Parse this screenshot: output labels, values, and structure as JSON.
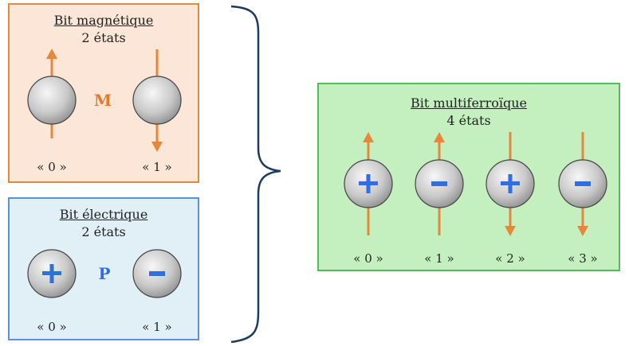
{
  "colors": {
    "arrow": "#e5883b",
    "sign": "#2f6fe0",
    "magnet_letter": "#e07a2c",
    "polar_letter": "#2f6fe0"
  },
  "magnetic": {
    "title": "Bit magnétique",
    "subtitle": "2 états",
    "symbol": "M",
    "states": [
      {
        "label": "« 0 »",
        "arrow": "up"
      },
      {
        "label": "« 1 »",
        "arrow": "down"
      }
    ]
  },
  "electric": {
    "title": "Bit électrique",
    "subtitle": "2 états",
    "symbol": "P",
    "states": [
      {
        "label": "« 0 »",
        "sign": "+"
      },
      {
        "label": "« 1 »",
        "sign": "-"
      }
    ]
  },
  "multiferroic": {
    "title": "Bit multiferroïque",
    "subtitle": "4 états",
    "states": [
      {
        "label": "« 0 »",
        "sign": "+",
        "arrow": "up"
      },
      {
        "label": "« 1 »",
        "sign": "-",
        "arrow": "up"
      },
      {
        "label": "« 2 »",
        "sign": "+",
        "arrow": "down"
      },
      {
        "label": "« 3 »",
        "sign": "-",
        "arrow": "down"
      }
    ]
  }
}
